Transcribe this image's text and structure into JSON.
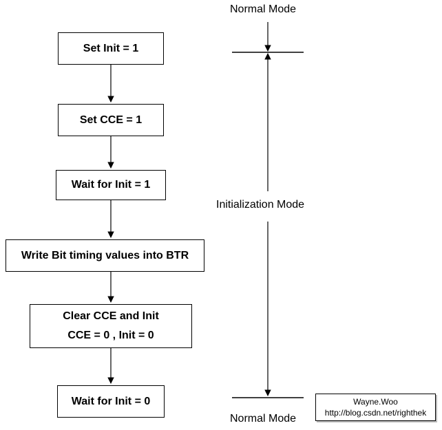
{
  "flow": {
    "step1": "Set Init = 1",
    "step2": "Set CCE = 1",
    "step3": "Wait for Init = 1",
    "step4": "Write Bit timing values into BTR",
    "step5_line1": "Clear CCE and Init",
    "step5_line2": "CCE = 0 , Init = 0",
    "step6": "Wait for Init = 0"
  },
  "modes": {
    "top": "Normal Mode",
    "middle": "Initialization Mode",
    "bottom": "Normal Mode"
  },
  "watermark": {
    "name": "Wayne.Woo",
    "url": "http://blog.csdn.net/righthek"
  }
}
